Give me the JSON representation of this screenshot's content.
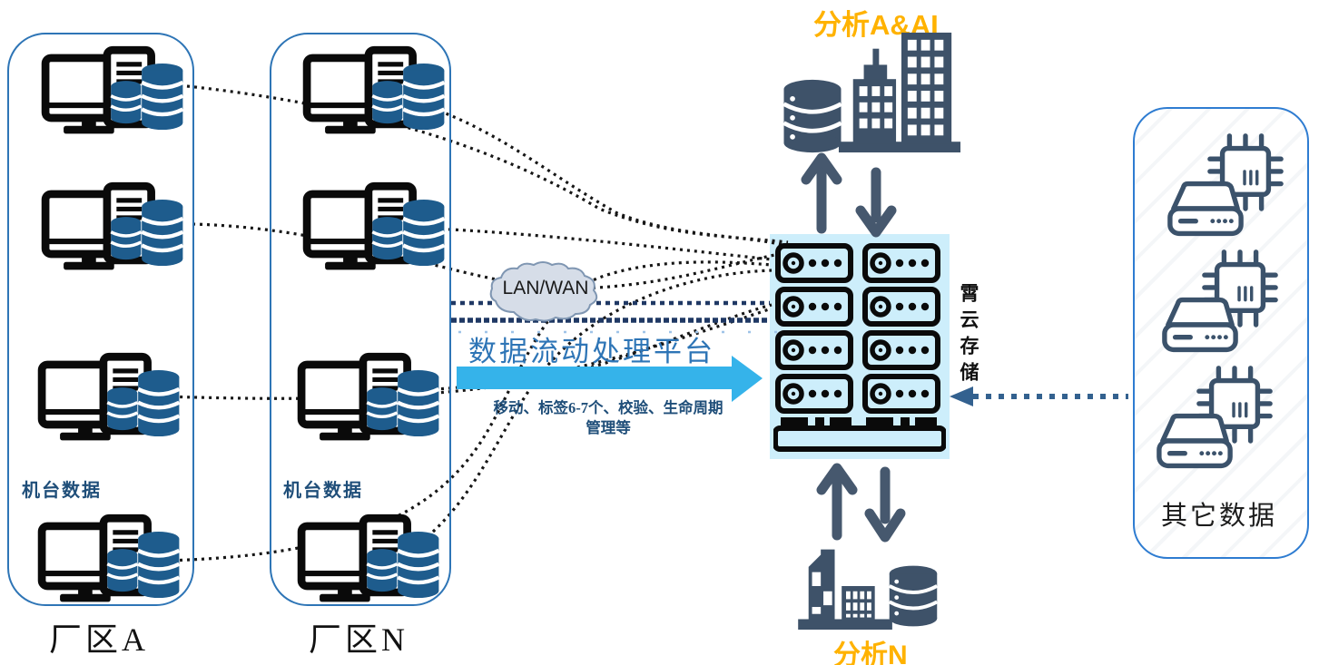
{
  "factories": [
    {
      "name_label": "厂区A",
      "data_label": "机台数据"
    },
    {
      "name_label": "厂区N",
      "data_label": "机台数据"
    }
  ],
  "cloud": {
    "label": "LAN/WAN"
  },
  "platform": {
    "title": "数据流动处理平台",
    "subtitle_line1": "移动、标签6-7个、校验、生命周期",
    "subtitle_line2": "管理等"
  },
  "storage": {
    "label": "霄云存储"
  },
  "analysis_top": {
    "label": "分析A&AI"
  },
  "analysis_bottom": {
    "label": "分析N"
  },
  "other_data": {
    "label": "其它数据"
  },
  "colors": {
    "box_border_blue": "#2e75b6",
    "flow_arrow_cyan": "#35b3ea",
    "database_blue": "#1e5c8d",
    "building_slate": "#3e5269",
    "navy_dash": "#1f3864",
    "steel_dash_arrow": "#33618f",
    "label_orange": "#ffb200",
    "rack_background": "#cdeefb",
    "cloud_fill": "#d6dde8"
  }
}
